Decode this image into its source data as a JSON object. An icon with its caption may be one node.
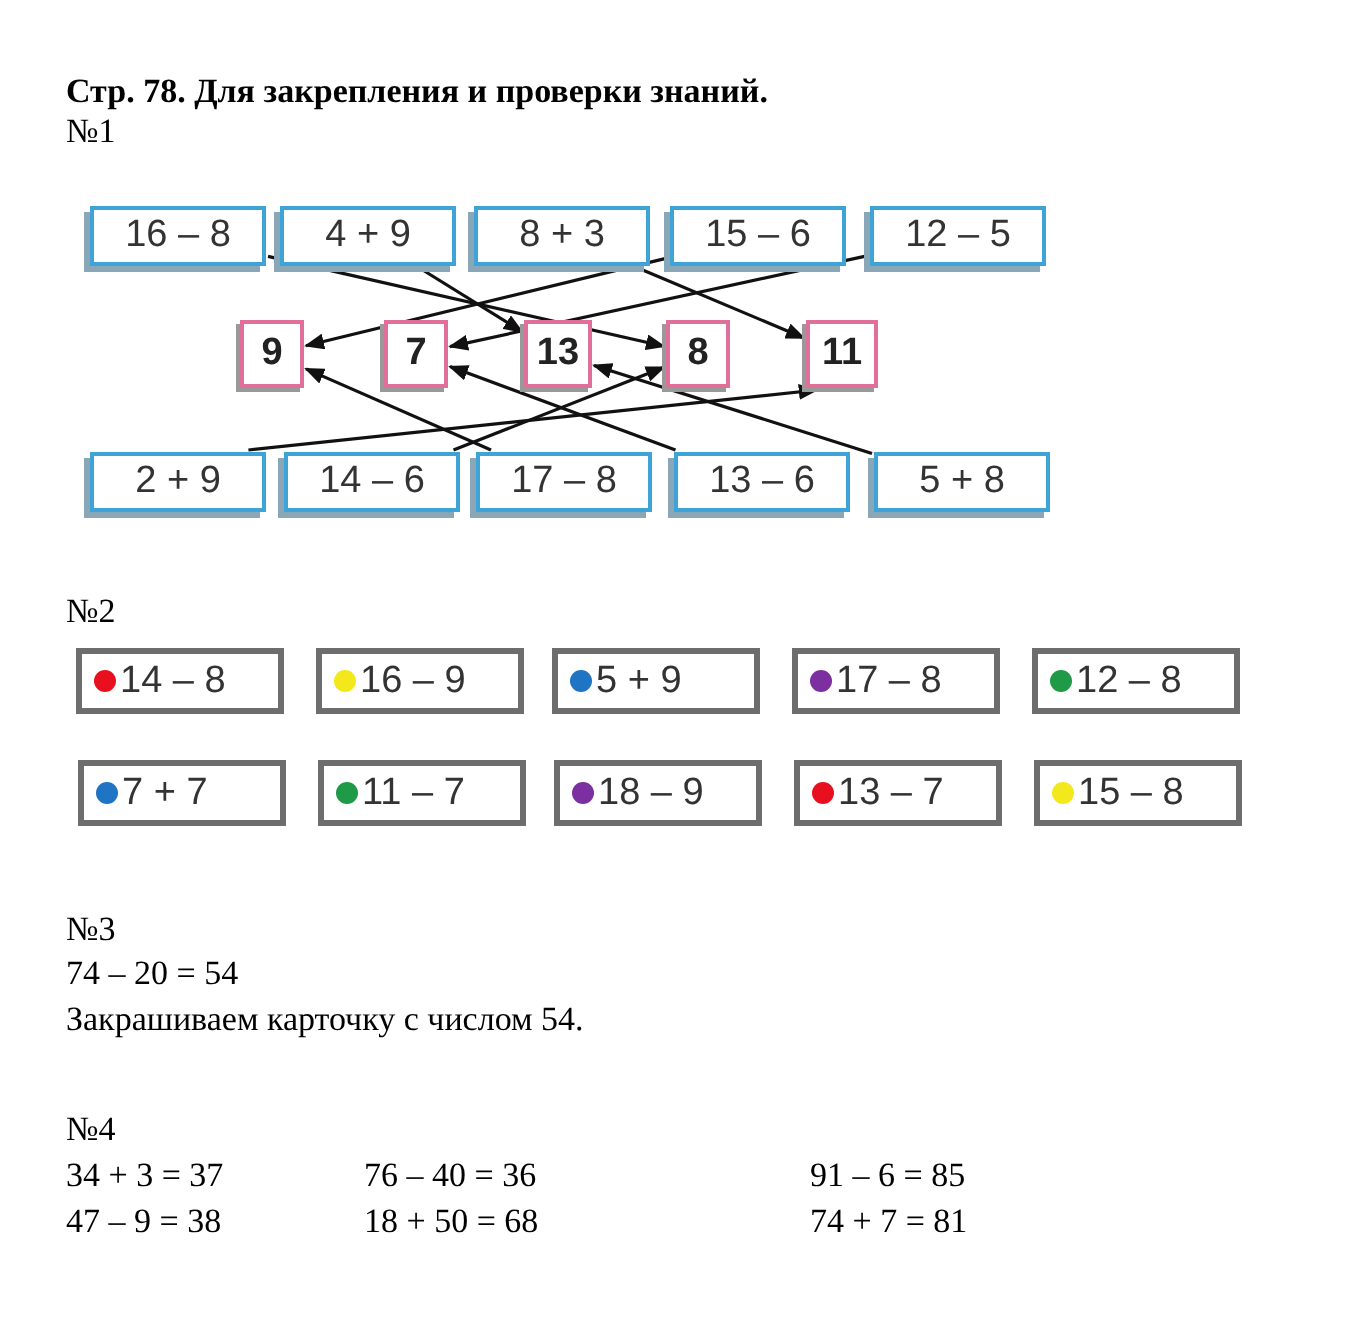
{
  "diagram": {
    "title": "Стр. 78. Для закрепления и проверки знаний.",
    "nodes": [
      {
        "text": [
          "16 – 8"
        ]
      },
      {
        "text": [
          "4 + 9"
        ]
      },
      {
        "text": [
          "8 + 3"
        ]
      },
      {
        "text": [
          "15 – 6"
        ]
      },
      {
        "text": [
          "12 – 5"
        ]
      },
      {
        "text": [
          "9"
        ]
      },
      {
        "text": [
          "7"
        ]
      },
      {
        "text": [
          "13"
        ]
      },
      {
        "text": [
          "8"
        ]
      },
      {
        "text": [
          "11"
        ]
      },
      {
        "text": [
          "2 + 9"
        ]
      },
      {
        "text": [
          "14 – 6"
        ]
      },
      {
        "text": [
          "17 – 8"
        ]
      },
      {
        "text": [
          "13 – 6"
        ]
      },
      {
        "text": [
          "5 + 8"
        ]
      },
      {
        "text": [
          "14 – 8"
        ]
      },
      {
        "text": [
          "16 – 9"
        ]
      },
      {
        "text": [
          "5 + 9"
        ]
      },
      {
        "text": [
          "17 – 8"
        ]
      },
      {
        "text": [
          "12 – 8"
        ]
      },
      {
        "text": [
          "7 + 7"
        ]
      },
      {
        "text": [
          "11 – 7"
        ]
      },
      {
        "text": [
          "18 – 9"
        ]
      },
      {
        "text": [
          "13 – 7"
        ]
      },
      {
        "text": [
          "15 – 8"
        ]
      }
    ],
    "edges": [
      {
        "from": 0,
        "to": 8,
        "arrow": "to"
      },
      {
        "from": 1,
        "to": 7,
        "arrow": "to"
      },
      {
        "from": 2,
        "to": 9,
        "arrow": "to"
      },
      {
        "from": 3,
        "to": 5,
        "arrow": "to"
      },
      {
        "from": 4,
        "to": 6,
        "arrow": "to"
      },
      {
        "from": 10,
        "to": 9,
        "arrow": "to"
      },
      {
        "from": 11,
        "to": 8,
        "arrow": "to"
      },
      {
        "from": 12,
        "to": 5,
        "arrow": "to"
      },
      {
        "from": 13,
        "to": 6,
        "arrow": "to"
      },
      {
        "from": 14,
        "to": 7,
        "arrow": "to"
      }
    ],
    "labels": [
      "№1",
      "№2",
      "№3",
      "74 – 20 = 54",
      "Закрашиваем карточку с числом 54.",
      "№4",
      "34 + 3 = 37",
      "76 – 40 = 36",
      "91 – 6 = 85",
      "47 – 9 = 38",
      "18 + 50 = 68",
      "74 + 7 = 81"
    ]
  }
}
